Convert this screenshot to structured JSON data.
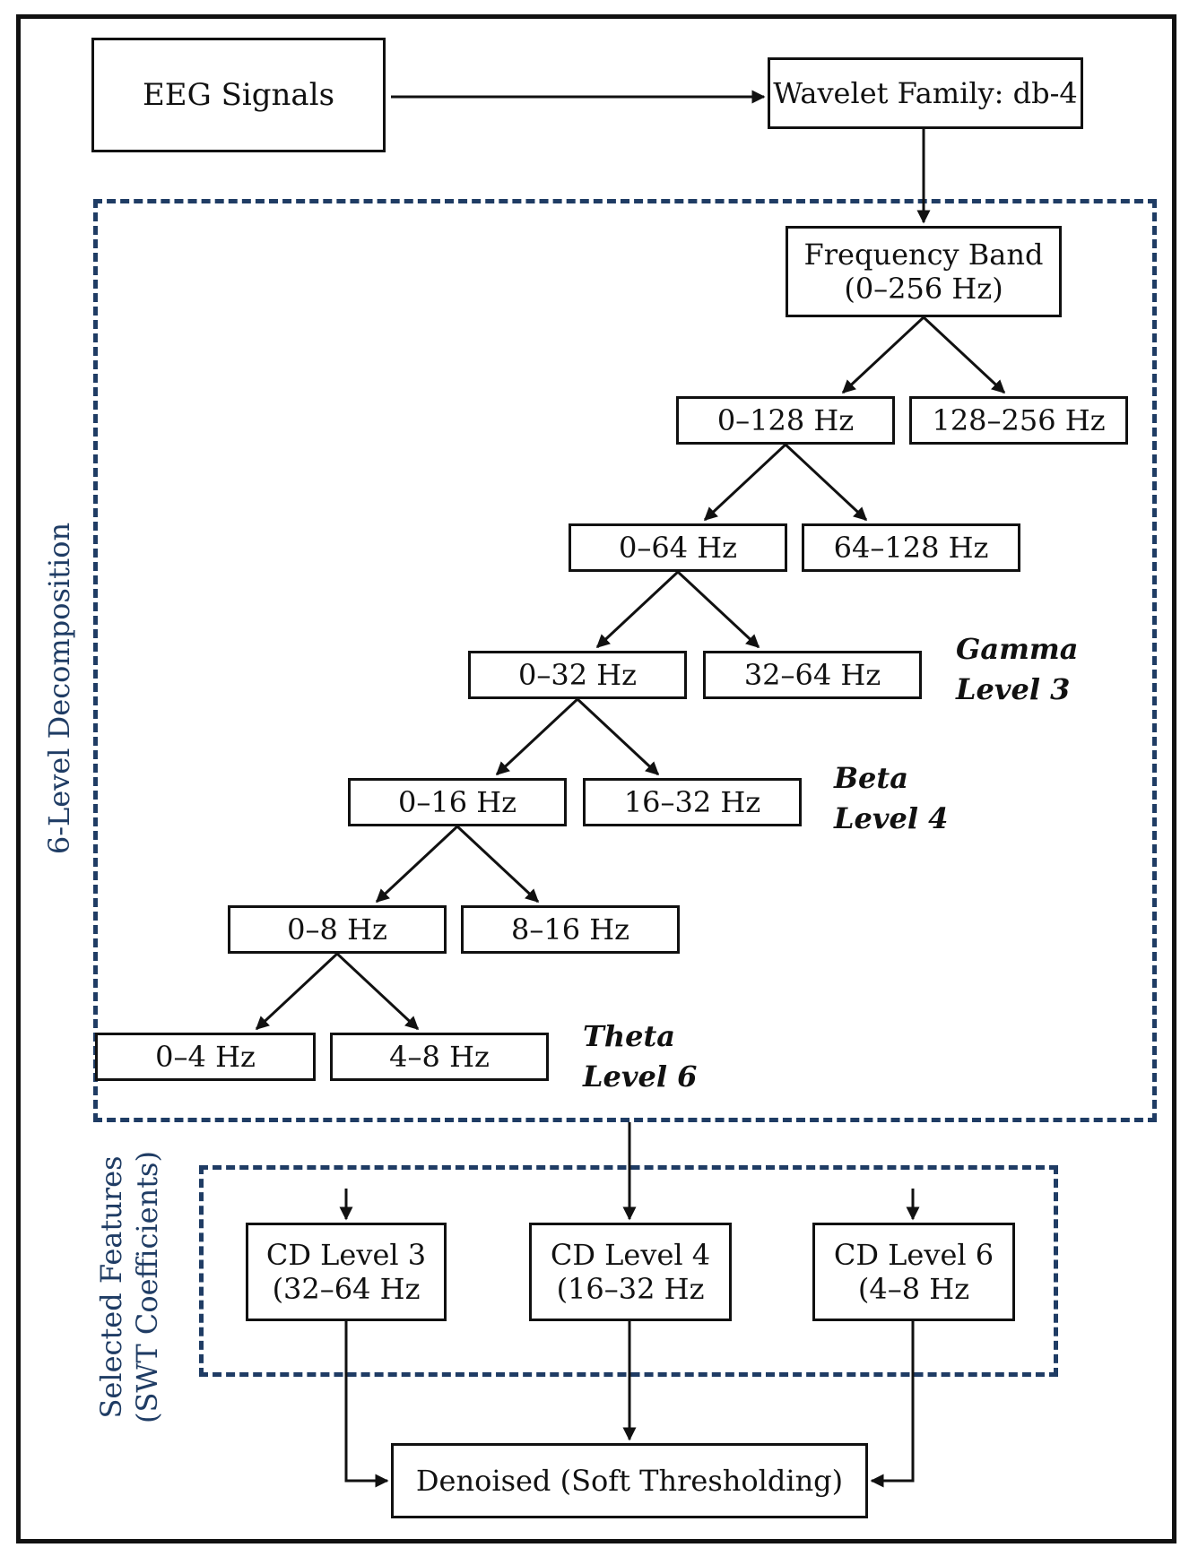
{
  "diagram": {
    "input": "EEG Signals",
    "wavelet": "Wavelet Family: db-4",
    "root_band": "Frequency Band\n(0–256 Hz)",
    "decomposition_label": "6-Level Decomposition",
    "features_label": "Selected Features\n(SWT Coefficients)",
    "levels": [
      {
        "low": "0–128 Hz",
        "high": "128–256 Hz"
      },
      {
        "low": "0–64 Hz",
        "high": "64–128 Hz"
      },
      {
        "low": "0–32 Hz",
        "high": "32–64 Hz"
      },
      {
        "low": "0–16 Hz",
        "high": "16–32 Hz"
      },
      {
        "low": "0–8 Hz",
        "high": "8–16 Hz"
      },
      {
        "low": "0–4 Hz",
        "high": "4–8 Hz"
      }
    ],
    "band_labels": {
      "gamma": "Gamma\nLevel 3",
      "beta": "Beta\nLevel 4",
      "theta": "Theta\nLevel 6"
    },
    "features": [
      "CD Level 3\n(32–64 Hz",
      "CD Level 4\n(16–32 Hz",
      "CD Level 6\n(4–8 Hz"
    ],
    "output": "Denoised (Soft Thresholding)"
  }
}
